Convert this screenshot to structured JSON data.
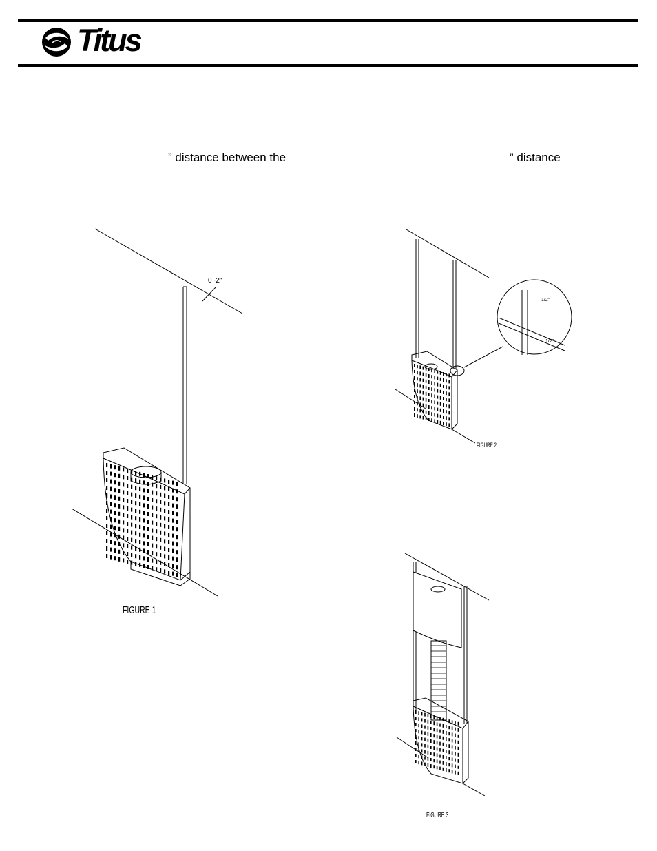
{
  "header": {
    "brand": "Titus",
    "logo_icon": "titus-swirl-icon"
  },
  "body_text": {
    "fragment_1": "” distance between the",
    "fragment_2": "” distance"
  },
  "figures": {
    "figure_1": {
      "caption": "FIGURE 1",
      "dimension_label": "0~2\""
    },
    "figure_2": {
      "caption": "FIGURE 2",
      "detail_label_top": "1/2\"",
      "detail_label_bottom": "1/2\""
    },
    "figure_3": {
      "caption": "FIGURE 3"
    }
  },
  "colors": {
    "ink": "#000000",
    "paper": "#ffffff"
  }
}
